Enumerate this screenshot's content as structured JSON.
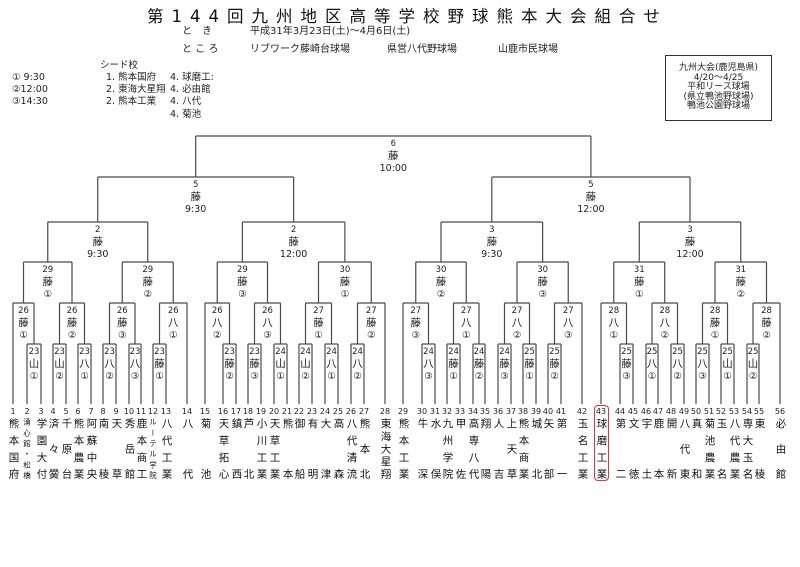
{
  "title": "第144回九州地区高等学校野球熊本大会組合せ",
  "schedule": {
    "date_label": "と　き",
    "date_value": "平成31年3月23日(土)～4月6日(土)",
    "venue_label": "と こ ろ",
    "venues": [
      "リブワーク藤崎台球場",
      "県営八代野球場",
      "山鹿市民球場"
    ]
  },
  "time_slots": [
    "① 9:30",
    "②12:00",
    "③14:30"
  ],
  "seeds": {
    "heading": "シード校",
    "left": [
      "1. 熊本国府",
      "2. 東海大星翔",
      "2. 熊本工業"
    ],
    "right": [
      "4. 球磨工:",
      "4. 必由館",
      "4. 八代",
      "4. 菊池"
    ]
  },
  "kyushu_box": {
    "lines": [
      "九州大会(鹿児島県)",
      "4/20～4/25",
      "平和リース球場",
      "(県立鴨池野球場)",
      "鴨池公園野球場"
    ]
  },
  "highlight": {
    "team_no": 43,
    "color": "#e0353d"
  },
  "teams": [
    {
      "no": "1",
      "name": "熊本国府"
    },
    {
      "no": "2",
      "name": "湧心館・松橋"
    },
    {
      "no": "3",
      "name": "学園大付"
    },
    {
      "no": "4",
      "name": "済々黌"
    },
    {
      "no": "5",
      "name": "千原台"
    },
    {
      "no": "6",
      "name": "熊本農業"
    },
    {
      "no": "7",
      "name": "阿蘇中央"
    },
    {
      "no": "8",
      "name": "南稜"
    },
    {
      "no": "9",
      "name": "天草"
    },
    {
      "no": "10",
      "name": "秀岳館"
    },
    {
      "no": "11",
      "name": "鹿本商工"
    },
    {
      "no": "12",
      "name": "ルーテル学院"
    },
    {
      "no": "13",
      "name": "八代工業"
    },
    {
      "no": "14",
      "name": "八代"
    },
    {
      "no": "15",
      "name": "菊池"
    },
    {
      "no": "16",
      "name": "天草拓心"
    },
    {
      "no": "17",
      "name": "鎮西"
    },
    {
      "no": "18",
      "name": "芦北"
    },
    {
      "no": "19",
      "name": "小川工業"
    },
    {
      "no": "20",
      "name": "天草工業"
    },
    {
      "no": "21",
      "name": "熊本"
    },
    {
      "no": "22",
      "name": "御船"
    },
    {
      "no": "23",
      "name": "有明"
    },
    {
      "no": "24",
      "name": "大津"
    },
    {
      "no": "25",
      "name": "高森"
    },
    {
      "no": "26",
      "name": "八代清流"
    },
    {
      "no": "27",
      "name": "熊本北"
    },
    {
      "no": "28",
      "name": "東海大星翔"
    },
    {
      "no": "29",
      "name": "熊本工業"
    },
    {
      "no": "30",
      "name": "牛深"
    },
    {
      "no": "31",
      "name": "水俣"
    },
    {
      "no": "32",
      "name": "九州学院"
    },
    {
      "no": "33",
      "name": "甲佐"
    },
    {
      "no": "34",
      "name": "高専八代"
    },
    {
      "no": "35",
      "name": "翔陽"
    },
    {
      "no": "36",
      "name": "人吉"
    },
    {
      "no": "37",
      "name": "上天草"
    },
    {
      "no": "38",
      "name": "熊本商業"
    },
    {
      "no": "39",
      "name": "城北"
    },
    {
      "no": "40",
      "name": "矢部"
    },
    {
      "no": "41",
      "name": "第一"
    },
    {
      "no": "42",
      "name": "玉名工業"
    },
    {
      "no": "43",
      "name": "球磨工業"
    },
    {
      "no": "44",
      "name": "第二"
    },
    {
      "no": "45",
      "name": "文徳"
    },
    {
      "no": "46",
      "name": "宇土"
    },
    {
      "no": "47",
      "name": "鹿本"
    },
    {
      "no": "48",
      "name": "開新"
    },
    {
      "no": "49",
      "name": "八代東"
    },
    {
      "no": "50",
      "name": "真和"
    },
    {
      "no": "51",
      "name": "菊池農業"
    },
    {
      "no": "52",
      "name": "玉名"
    },
    {
      "no": "53",
      "name": "八代農業"
    },
    {
      "no": "54",
      "name": "専大玉名"
    },
    {
      "no": "55",
      "name": "東稜"
    },
    {
      "no": "56",
      "name": "必由館"
    }
  ],
  "bracket": {
    "day": "6",
    "venue": "藤",
    "slot": "10:00",
    "children": [
      {
        "day": "5",
        "venue": "藤",
        "slot": "9:30",
        "children": [
          {
            "day": "2",
            "venue": "藤",
            "slot": "9:30",
            "children": [
              {
                "day": "29",
                "venue": "藤",
                "slot": "①",
                "children": [
                  {
                    "day": "26",
                    "venue": "藤",
                    "slot": "①",
                    "children": [
                      1,
                      {
                        "day": "23",
                        "venue": "山",
                        "slot": "①",
                        "children": [
                          2,
                          3
                        ]
                      }
                    ]
                  },
                  {
                    "day": "26",
                    "venue": "藤",
                    "slot": "②",
                    "children": [
                      {
                        "day": "23",
                        "venue": "山",
                        "slot": "②",
                        "children": [
                          4,
                          5
                        ]
                      },
                      {
                        "day": "23",
                        "venue": "八",
                        "slot": "①",
                        "children": [
                          6,
                          7
                        ]
                      }
                    ]
                  }
                ]
              },
              {
                "day": "29",
                "venue": "藤",
                "slot": "②",
                "children": [
                  {
                    "day": "26",
                    "venue": "藤",
                    "slot": "③",
                    "children": [
                      {
                        "day": "23",
                        "venue": "八",
                        "slot": "②",
                        "children": [
                          8,
                          9
                        ]
                      },
                      {
                        "day": "23",
                        "venue": "八",
                        "slot": "③",
                        "children": [
                          10,
                          11
                        ]
                      }
                    ]
                  },
                  {
                    "day": "26",
                    "venue": "八",
                    "slot": "①",
                    "children": [
                      {
                        "day": "23",
                        "venue": "藤",
                        "slot": "①",
                        "children": [
                          12,
                          13
                        ]
                      },
                      14
                    ]
                  }
                ]
              }
            ]
          },
          {
            "day": "2",
            "venue": "藤",
            "slot": "12:00",
            "children": [
              {
                "day": "29",
                "venue": "藤",
                "slot": "③",
                "children": [
                  {
                    "day": "26",
                    "venue": "八",
                    "slot": "②",
                    "children": [
                      15,
                      {
                        "day": "23",
                        "venue": "藤",
                        "slot": "②",
                        "children": [
                          16,
                          17
                        ]
                      }
                    ]
                  },
                  {
                    "day": "26",
                    "venue": "八",
                    "slot": "③",
                    "children": [
                      {
                        "day": "23",
                        "venue": "藤",
                        "slot": "③",
                        "children": [
                          18,
                          19
                        ]
                      },
                      {
                        "day": "24",
                        "venue": "山",
                        "slot": "①",
                        "children": [
                          20,
                          21
                        ]
                      }
                    ]
                  }
                ]
              },
              {
                "day": "30",
                "venue": "藤",
                "slot": "①",
                "children": [
                  {
                    "day": "27",
                    "venue": "藤",
                    "slot": "①",
                    "children": [
                      {
                        "day": "24",
                        "venue": "山",
                        "slot": "②",
                        "children": [
                          22,
                          23
                        ]
                      },
                      {
                        "day": "24",
                        "venue": "八",
                        "slot": "①",
                        "children": [
                          24,
                          25
                        ]
                      }
                    ]
                  },
                  {
                    "day": "27",
                    "venue": "藤",
                    "slot": "②",
                    "children": [
                      {
                        "day": "24",
                        "venue": "八",
                        "slot": "②",
                        "children": [
                          26,
                          27
                        ]
                      },
                      28
                    ]
                  }
                ]
              }
            ]
          }
        ]
      },
      {
        "day": "5",
        "venue": "藤",
        "slot": "12:00",
        "children": [
          {
            "day": "3",
            "venue": "藤",
            "slot": "9:30",
            "children": [
              {
                "day": "30",
                "venue": "藤",
                "slot": "②",
                "children": [
                  {
                    "day": "27",
                    "venue": "藤",
                    "slot": "③",
                    "children": [
                      29,
                      {
                        "day": "24",
                        "venue": "八",
                        "slot": "③",
                        "children": [
                          30,
                          31
                        ]
                      }
                    ]
                  },
                  {
                    "day": "27",
                    "venue": "八",
                    "slot": "①",
                    "children": [
                      {
                        "day": "24",
                        "venue": "藤",
                        "slot": "①",
                        "children": [
                          32,
                          33
                        ]
                      },
                      {
                        "day": "24",
                        "venue": "藤",
                        "slot": "②",
                        "children": [
                          34,
                          35
                        ]
                      }
                    ]
                  }
                ]
              },
              {
                "day": "30",
                "venue": "藤",
                "slot": "③",
                "children": [
                  {
                    "day": "27",
                    "venue": "八",
                    "slot": "②",
                    "children": [
                      {
                        "day": "24",
                        "venue": "藤",
                        "slot": "③",
                        "children": [
                          36,
                          37
                        ]
                      },
                      {
                        "day": "25",
                        "venue": "藤",
                        "slot": "①",
                        "children": [
                          38,
                          39
                        ]
                      }
                    ]
                  },
                  {
                    "day": "27",
                    "venue": "八",
                    "slot": "③",
                    "children": [
                      {
                        "day": "25",
                        "venue": "藤",
                        "slot": "②",
                        "children": [
                          40,
                          41
                        ]
                      },
                      42
                    ]
                  }
                ]
              }
            ]
          },
          {
            "day": "3",
            "venue": "藤",
            "slot": "12:00",
            "children": [
              {
                "day": "31",
                "venue": "藤",
                "slot": "①",
                "children": [
                  {
                    "day": "28",
                    "venue": "八",
                    "slot": "①",
                    "children": [
                      43,
                      {
                        "day": "25",
                        "venue": "藤",
                        "slot": "③",
                        "children": [
                          44,
                          45
                        ]
                      }
                    ]
                  },
                  {
                    "day": "28",
                    "venue": "八",
                    "slot": "②",
                    "children": [
                      {
                        "day": "25",
                        "venue": "八",
                        "slot": "①",
                        "children": [
                          46,
                          47
                        ]
                      },
                      {
                        "day": "25",
                        "venue": "八",
                        "slot": "②",
                        "children": [
                          48,
                          49
                        ]
                      }
                    ]
                  }
                ]
              },
              {
                "day": "31",
                "venue": "藤",
                "slot": "②",
                "children": [
                  {
                    "day": "28",
                    "venue": "藤",
                    "slot": "①",
                    "children": [
                      {
                        "day": "25",
                        "venue": "八",
                        "slot": "③",
                        "children": [
                          50,
                          51
                        ]
                      },
                      {
                        "day": "25",
                        "venue": "山",
                        "slot": "①",
                        "children": [
                          52,
                          53
                        ]
                      }
                    ]
                  },
                  {
                    "day": "28",
                    "venue": "藤",
                    "slot": "②",
                    "children": [
                      {
                        "day": "25",
                        "venue": "山",
                        "slot": "②",
                        "children": [
                          54,
                          55
                        ]
                      },
                      56
                    ]
                  }
                ]
              }
            ]
          }
        ]
      }
    ]
  }
}
